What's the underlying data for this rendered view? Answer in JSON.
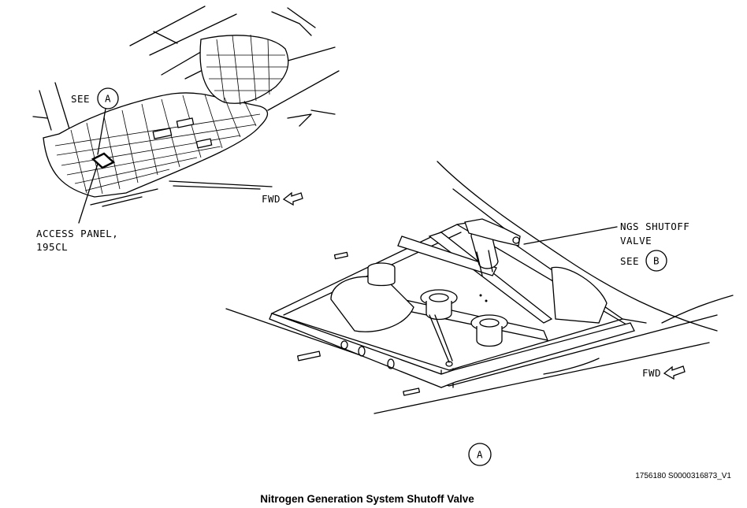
{
  "labels": {
    "see_a_text": "SEE",
    "see_a_letter": "A",
    "access_panel_line1": "ACCESS PANEL,",
    "access_panel_line2": "195CL",
    "fwd_upper": "FWD",
    "ngs_line1": "NGS SHUTOFF",
    "ngs_line2": "VALVE",
    "see_b_text": "SEE",
    "see_b_letter": "B",
    "fwd_lower": "FWD",
    "view_letter": "A"
  },
  "figure_id": "1756180 S0000316873_V1",
  "caption": "Nitrogen Generation System Shutoff Valve"
}
